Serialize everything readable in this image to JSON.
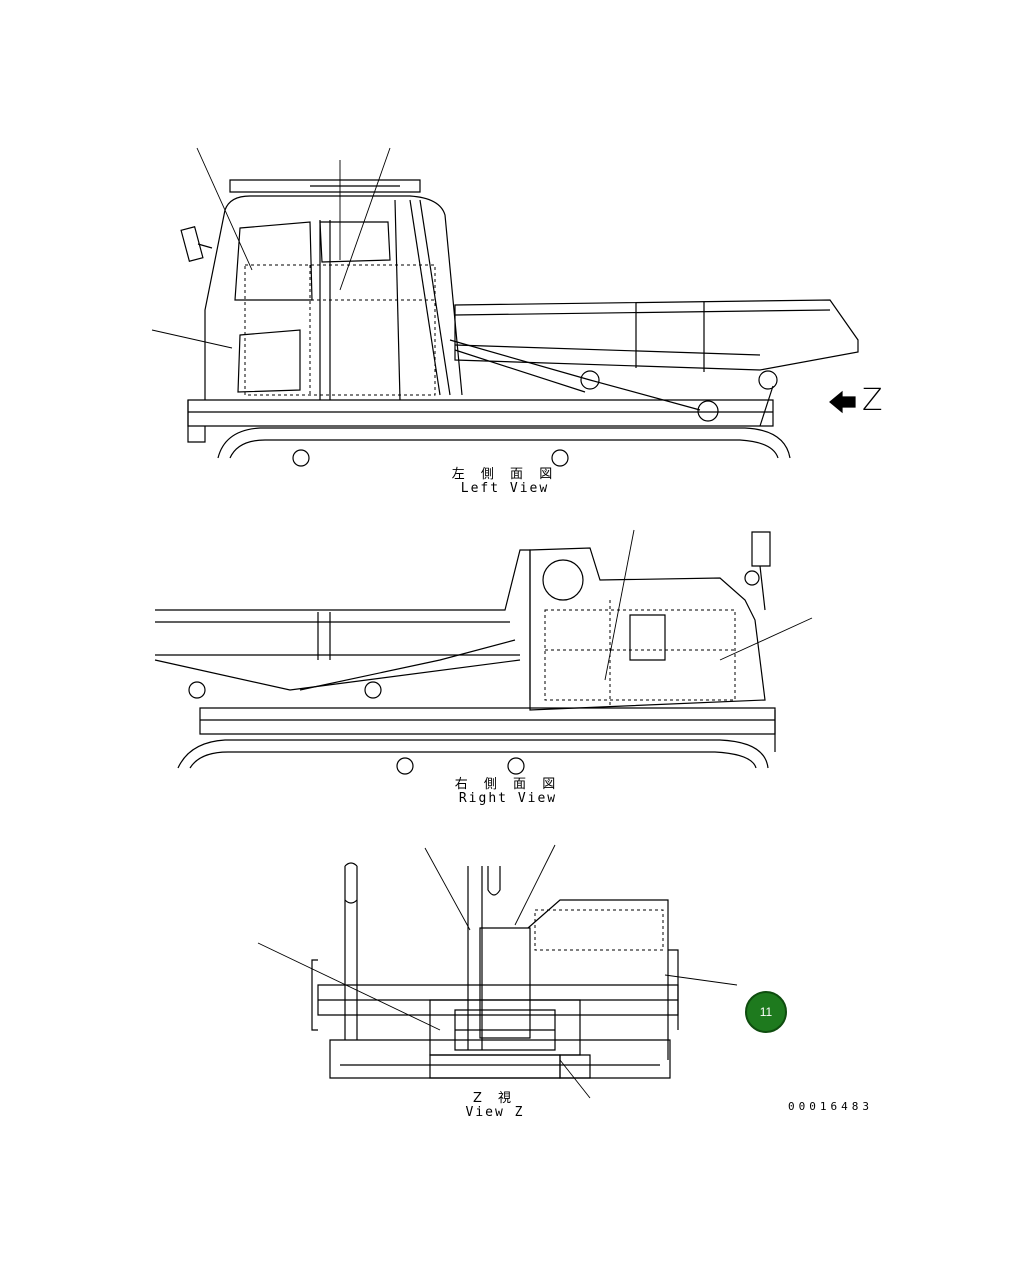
{
  "views": {
    "left": {
      "title_jp": "左 側 面 図",
      "title_en": "Left View"
    },
    "right": {
      "title_jp": "右 側 面 図",
      "title_en": "Right View"
    },
    "z": {
      "title_jp": "Z 視",
      "title_en": "View Z"
    }
  },
  "view_direction_marker": "Z",
  "callout_badge": "11",
  "drawing_number": "00016483",
  "colors": {
    "line": "#000000",
    "badge": "#1e7a1e"
  }
}
